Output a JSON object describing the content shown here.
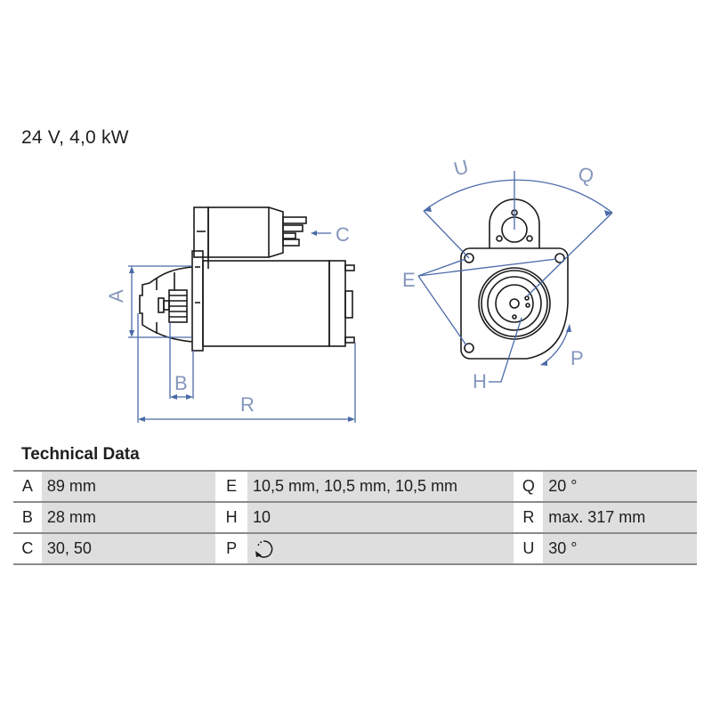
{
  "header": {
    "spec": "24 V, 4,0 kW"
  },
  "drawing": {
    "side_view_labels": {
      "A": "A",
      "B": "B",
      "C": "C",
      "R": "R"
    },
    "front_view_labels": {
      "U": "U",
      "Q": "Q",
      "E": "E",
      "H": "H",
      "P": "P"
    },
    "colors": {
      "line": "#1a1a1a",
      "dimension": "#4a6aa8"
    }
  },
  "technical_data": {
    "title": "Technical Data",
    "rows": [
      [
        {
          "key": "A",
          "value": "89 mm"
        },
        {
          "key": "E",
          "value": "10,5 mm, 10,5 mm, 10,5 mm"
        },
        {
          "key": "Q",
          "value": "20 °"
        }
      ],
      [
        {
          "key": "B",
          "value": "28 mm"
        },
        {
          "key": "H",
          "value": "10"
        },
        {
          "key": "R",
          "value": "max. 317 mm"
        }
      ],
      [
        {
          "key": "C",
          "value": "30, 50"
        },
        {
          "key": "P",
          "value": "",
          "icon": "rotation-counterclockwise-icon"
        },
        {
          "key": "U",
          "value": "30 °"
        }
      ]
    ]
  }
}
